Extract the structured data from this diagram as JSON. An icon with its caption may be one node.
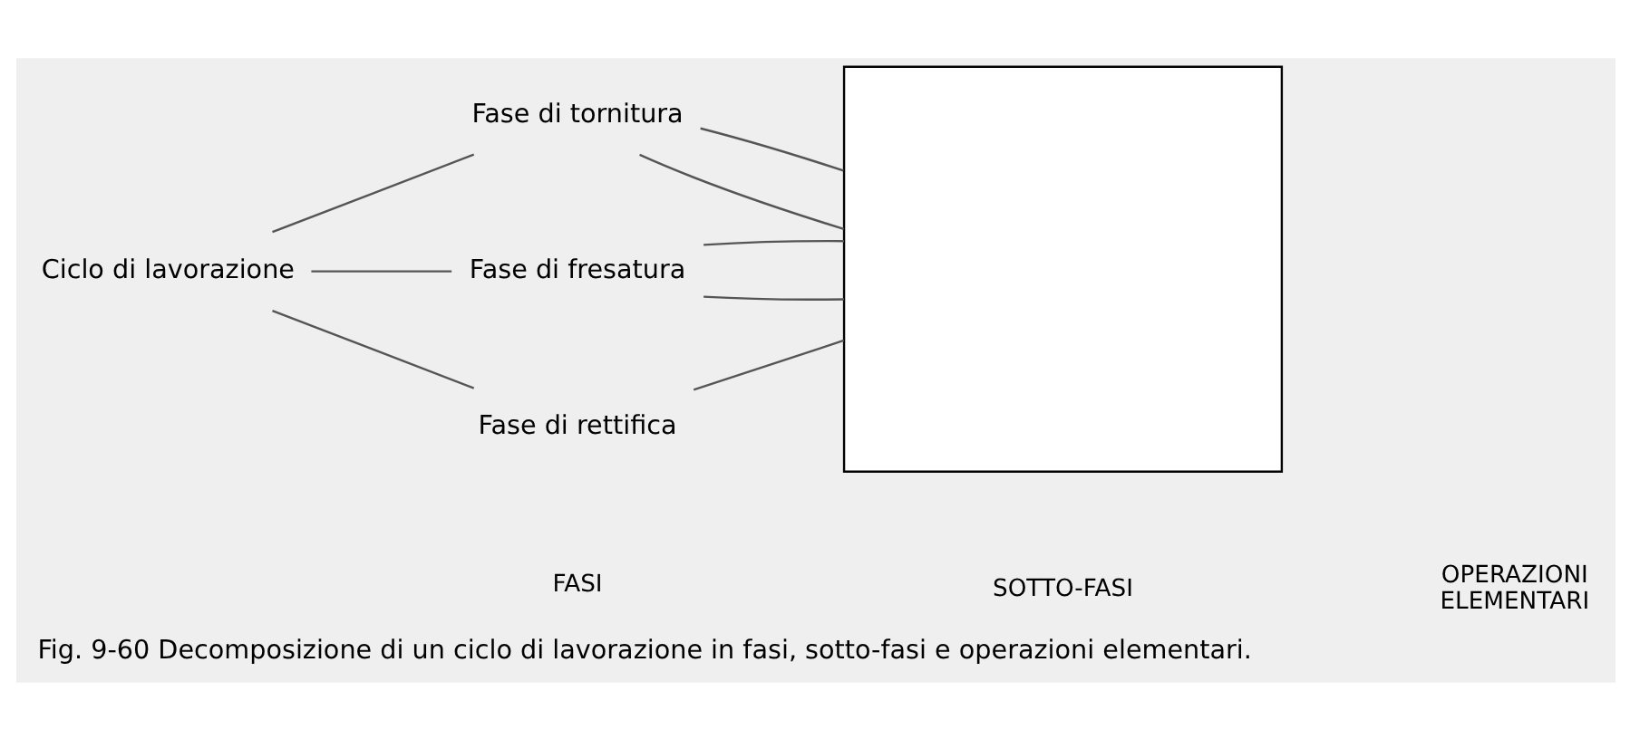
{
  "diagram": {
    "caption": "Fig. 9-60 Decomposizione di un ciclo di lavorazione in fasi, sotto-fasi e operazioni elementari.",
    "nodes": [
      {
        "text": [
          "Ciclo di lavorazione"
        ]
      },
      {
        "text": [
          "Fase di tornitura"
        ]
      },
      {
        "text": [
          "Fase di fresatura"
        ]
      },
      {
        "text": [
          "Fase di rettifica"
        ]
      },
      {
        "text": [],
        "shape": "box"
      }
    ],
    "edges": [
      {
        "from": 0,
        "to": 1,
        "arrow": "none"
      },
      {
        "from": 0,
        "to": 2,
        "arrow": "none"
      },
      {
        "from": 0,
        "to": 3,
        "arrow": "none"
      },
      {
        "from": 1,
        "to": 4,
        "arrow": "none"
      },
      {
        "from": 1,
        "to": 4,
        "arrow": "none"
      },
      {
        "from": 2,
        "to": 4,
        "arrow": "none"
      },
      {
        "from": 2,
        "to": 4,
        "arrow": "none"
      },
      {
        "from": 3,
        "to": 4,
        "arrow": "none"
      }
    ],
    "labels": [
      "FASI",
      "SOTTO-FASI",
      "OPERAZIONI ELEMENTARI"
    ]
  }
}
